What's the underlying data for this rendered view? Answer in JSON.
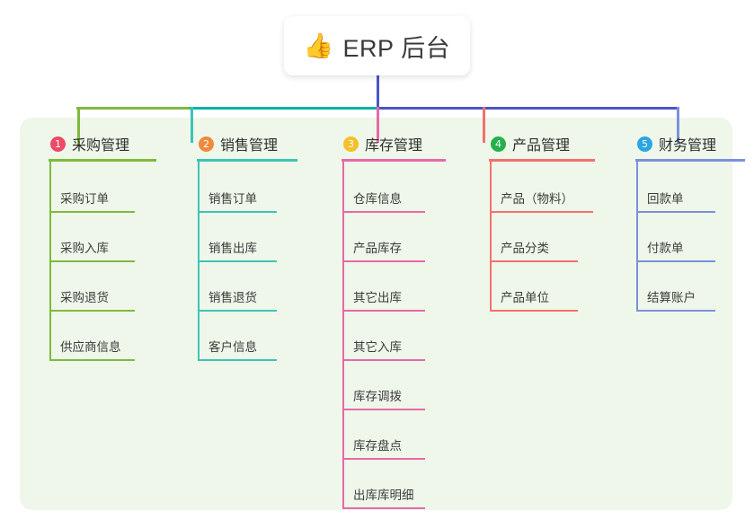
{
  "diagram": {
    "title": "ERP 后台 功能结构图",
    "background_color": "#ffffff",
    "panel_color": "#eef7e9"
  },
  "root": {
    "icon": "thumbs-up-emoji",
    "emoji": "👍",
    "label": "ERP 后台"
  },
  "connectors": {
    "root_stem_color": "#4a55c4",
    "bar_segments": [
      {
        "color": "#7fba3d"
      },
      {
        "color": "#00b3a4"
      },
      {
        "color": "#4a55c4"
      }
    ]
  },
  "branches": [
    {
      "number": "1",
      "title": "采购管理",
      "badge_color": "#ec4a66",
      "line_color": "#7fba3d",
      "items": [
        {
          "label": "采购订单"
        },
        {
          "label": "采购入库"
        },
        {
          "label": "采购退货"
        },
        {
          "label": "供应商信息"
        }
      ]
    },
    {
      "number": "2",
      "title": "销售管理",
      "badge_color": "#f08a3c",
      "line_color": "#3ec3b6",
      "items": [
        {
          "label": "销售订单"
        },
        {
          "label": "销售出库"
        },
        {
          "label": "销售退货"
        },
        {
          "label": "客户信息"
        }
      ]
    },
    {
      "number": "3",
      "title": "库存管理",
      "badge_color": "#f5c02b",
      "line_color": "#e868a8",
      "items": [
        {
          "label": "仓库信息"
        },
        {
          "label": "产品库存"
        },
        {
          "label": "其它出库"
        },
        {
          "label": "其它入库"
        },
        {
          "label": "库存调拨"
        },
        {
          "label": "库存盘点"
        },
        {
          "label": "出库库明细"
        }
      ]
    },
    {
      "number": "4",
      "title": "产品管理",
      "badge_color": "#22b14c",
      "line_color": "#f4706e",
      "items": [
        {
          "label": "产品（物料）"
        },
        {
          "label": "产品分类"
        },
        {
          "label": "产品单位"
        }
      ]
    },
    {
      "number": "5",
      "title": "财务管理",
      "badge_color": "#2aa6e0",
      "line_color": "#7b91dd",
      "items": [
        {
          "label": "回款单"
        },
        {
          "label": "付款单"
        },
        {
          "label": "结算账户"
        }
      ]
    }
  ]
}
